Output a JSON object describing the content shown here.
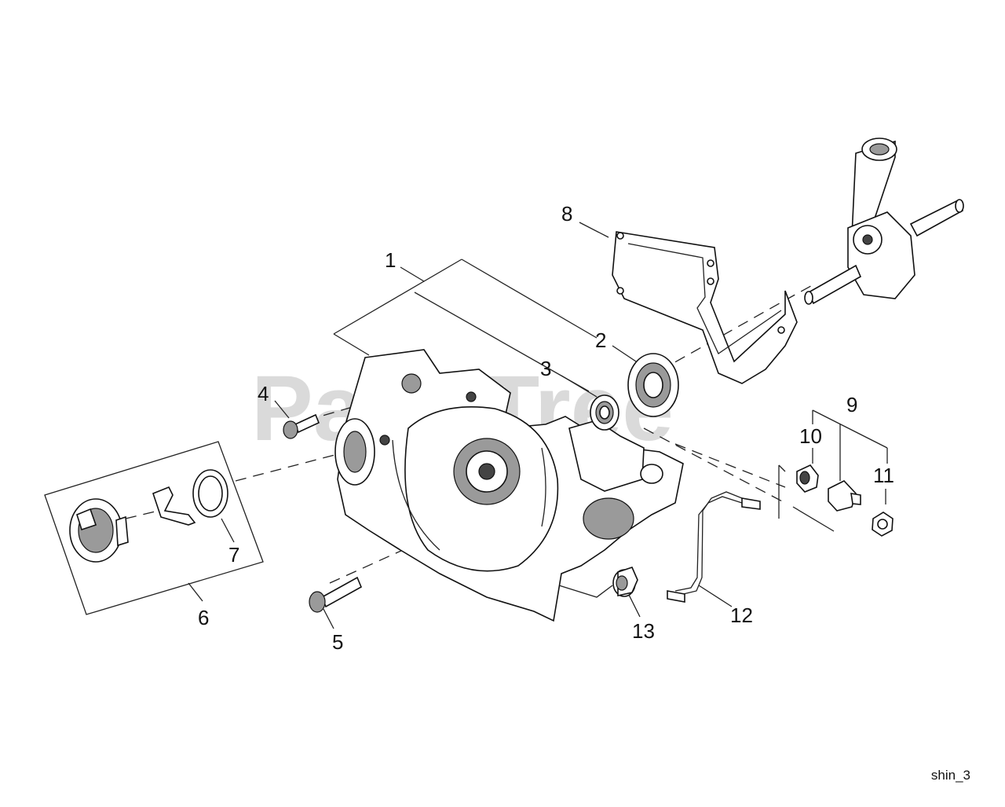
{
  "watermark": "PartsTree",
  "figure_ref": "shin_3",
  "callouts": {
    "c1": "1",
    "c2": "2",
    "c3": "3",
    "c4": "4",
    "c5": "5",
    "c6": "6",
    "c7": "7",
    "c8": "8",
    "c9": "9",
    "c10": "10",
    "c11": "11",
    "c12": "12",
    "c13": "13"
  }
}
